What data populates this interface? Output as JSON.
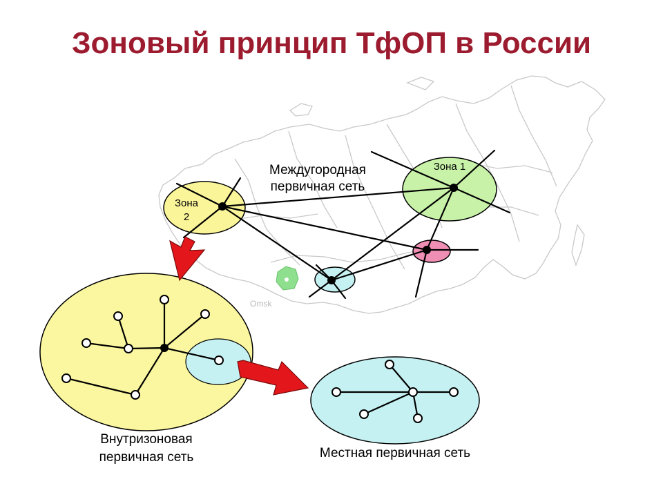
{
  "title": "Зоновый принцип ТфОП в России",
  "labels": {
    "zone1": "Зона 1",
    "zone2_line1": "Зона",
    "zone2_line2": "2",
    "long_distance_line1": "Междугородная",
    "long_distance_line2": "первичная сеть",
    "intrazone_line1": "Внутризоновая",
    "intrazone_line2": "первичная сеть",
    "local": "Местная первичная сеть",
    "map_city": "Omsk"
  },
  "colors": {
    "title": "#9c1b2f",
    "zone2_fill": "#fbf59a",
    "zone1_fill": "#c7f2a8",
    "pink_zone_fill": "#f08fb4",
    "local_zone_fill": "#c6f1f2",
    "intrazone_fill": "#fbf7a0",
    "arrow_fill": "#e2161b",
    "map_outline": "#c8c8c8"
  }
}
